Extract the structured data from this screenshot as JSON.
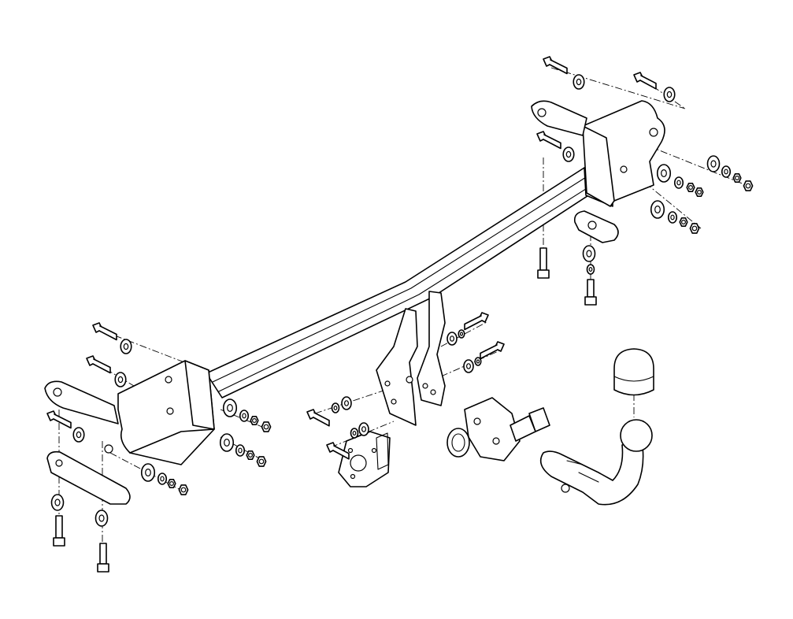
{
  "diagram": {
    "type": "exploded-assembly",
    "style": "monochrome line drawing",
    "colors": {
      "line": "#000000",
      "background": "#ffffff"
    },
    "components": [
      "crossbar",
      "right-mounting-bracket",
      "left-mounting-bracket",
      "center-socket-bracket",
      "socket-plate",
      "detachable-tow-ball-locking-mechanism",
      "tow-ball-neck",
      "tow-ball-cover",
      "bolts",
      "washers",
      "nuts",
      "spacer-plates"
    ]
  }
}
